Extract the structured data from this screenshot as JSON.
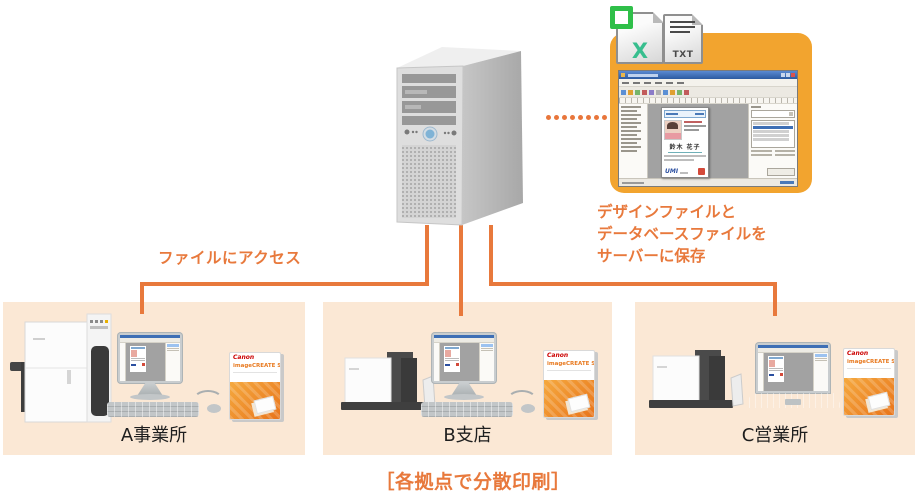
{
  "colors": {
    "accent_orange": "#E8793C",
    "callout_box_orange": "#F2A42F",
    "location_panel_bg": "#FBE8D5",
    "label_text": "#1E1E1E"
  },
  "file_icons": {
    "spreadsheet_letter": "X",
    "txt_label": "TXT"
  },
  "callout": {
    "caption_line1": "デザインファイルと",
    "caption_line2": "データベースファイルを",
    "caption_line3": "サーバーに保存"
  },
  "app_window": {
    "card_name": "鈴木 花子",
    "card_logo": "UMI"
  },
  "access_label": "ファイルにアクセス",
  "software_box": {
    "brand": "Canon",
    "title": "imageCREATE SE"
  },
  "locations": [
    {
      "label": "A事業所"
    },
    {
      "label": "B支店"
    },
    {
      "label": "C営業所"
    }
  ],
  "bottom_caption": "［各拠点で分散印刷］"
}
